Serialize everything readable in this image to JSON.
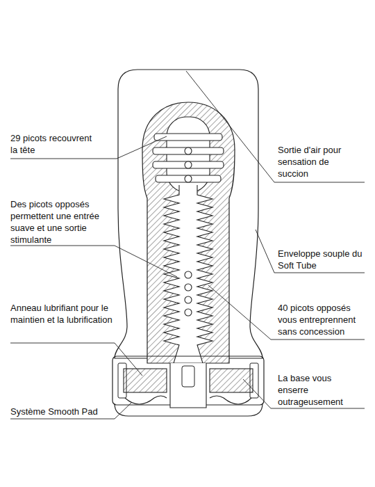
{
  "diagram": {
    "labels": [
      "29 picots recouvrent la tête",
      "Sortie d'air pour sensation de succion",
      "Des picots opposés permettent une entrée suave et une sortie stimulante",
      "Enveloppe souple du Soft Tube",
      "Anneau lubrifiant pour le maintien et la lubrification",
      "40 picots opposés vous entreprennent sans concession",
      "La base vous enserre outrageusement",
      "Système Smooth Pad"
    ]
  }
}
